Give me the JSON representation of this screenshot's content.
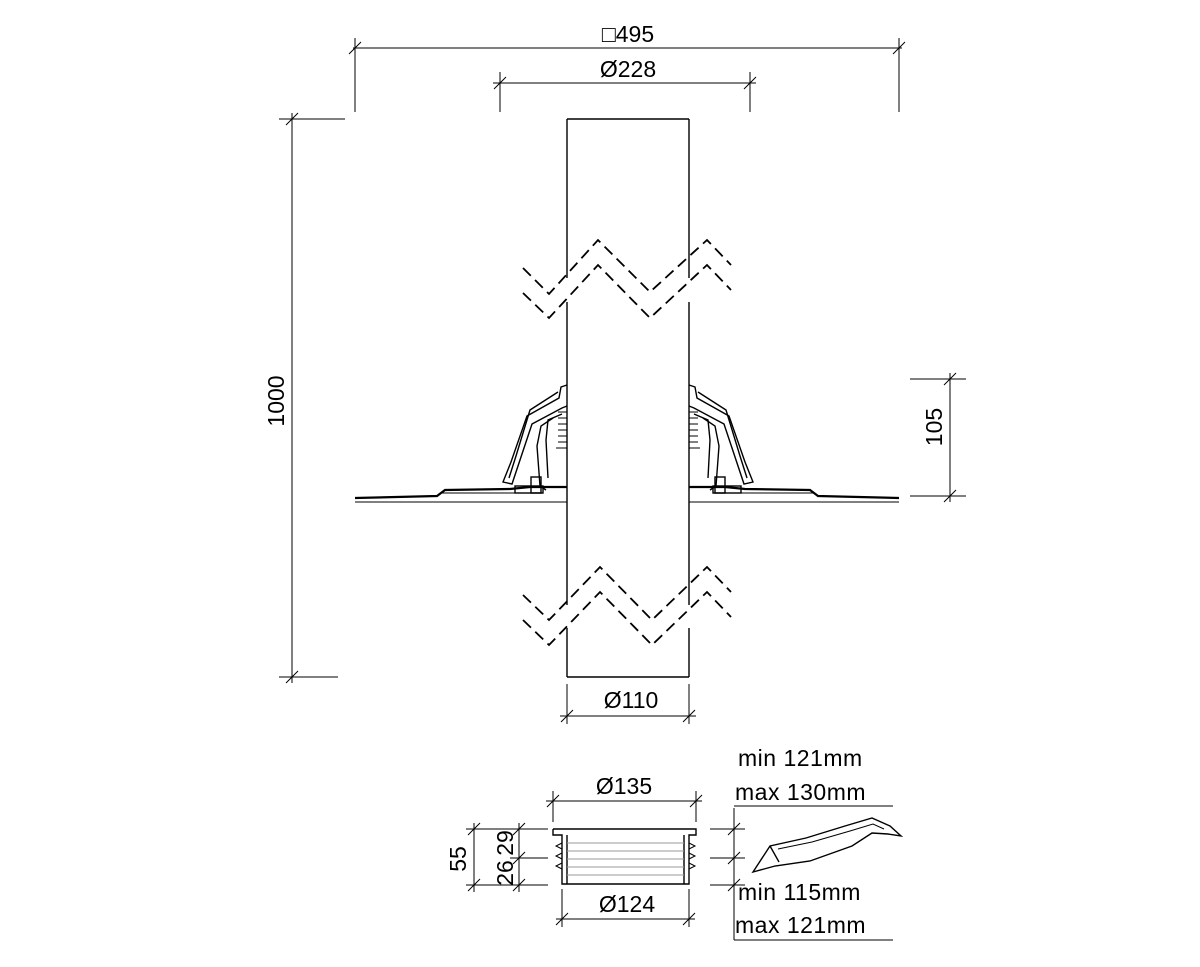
{
  "dimensions": {
    "square_width": "□495",
    "flange_diameter": "Ø228",
    "pipe_diameter": "Ø110",
    "total_length": "1000",
    "collar_height": "105",
    "seal_outer_diameter": "Ø135",
    "seal_inner_diameter": "Ø124",
    "seal_height": "55",
    "seal_part_a": "26",
    "seal_part_b": "29"
  },
  "notes": {
    "upper_min": "min 121mm",
    "upper_max": "max 130mm",
    "lower_min": "min 115mm",
    "lower_max": "max 121mm"
  }
}
